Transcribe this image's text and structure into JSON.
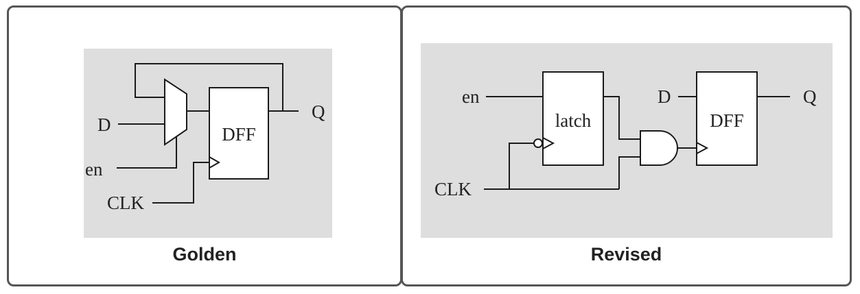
{
  "panels": {
    "golden": {
      "caption": "Golden",
      "labels": {
        "d": "D",
        "en": "en",
        "clk": "CLK",
        "q": "Q",
        "dff": "DFF"
      }
    },
    "revised": {
      "caption": "Revised",
      "labels": {
        "en": "en",
        "clk": "CLK",
        "d": "D",
        "q": "Q",
        "latch": "latch",
        "dff": "DFF"
      }
    }
  },
  "colors": {
    "panel_border": "#555555",
    "figure_background": "#dedede",
    "wire": "#1a1a1a"
  }
}
